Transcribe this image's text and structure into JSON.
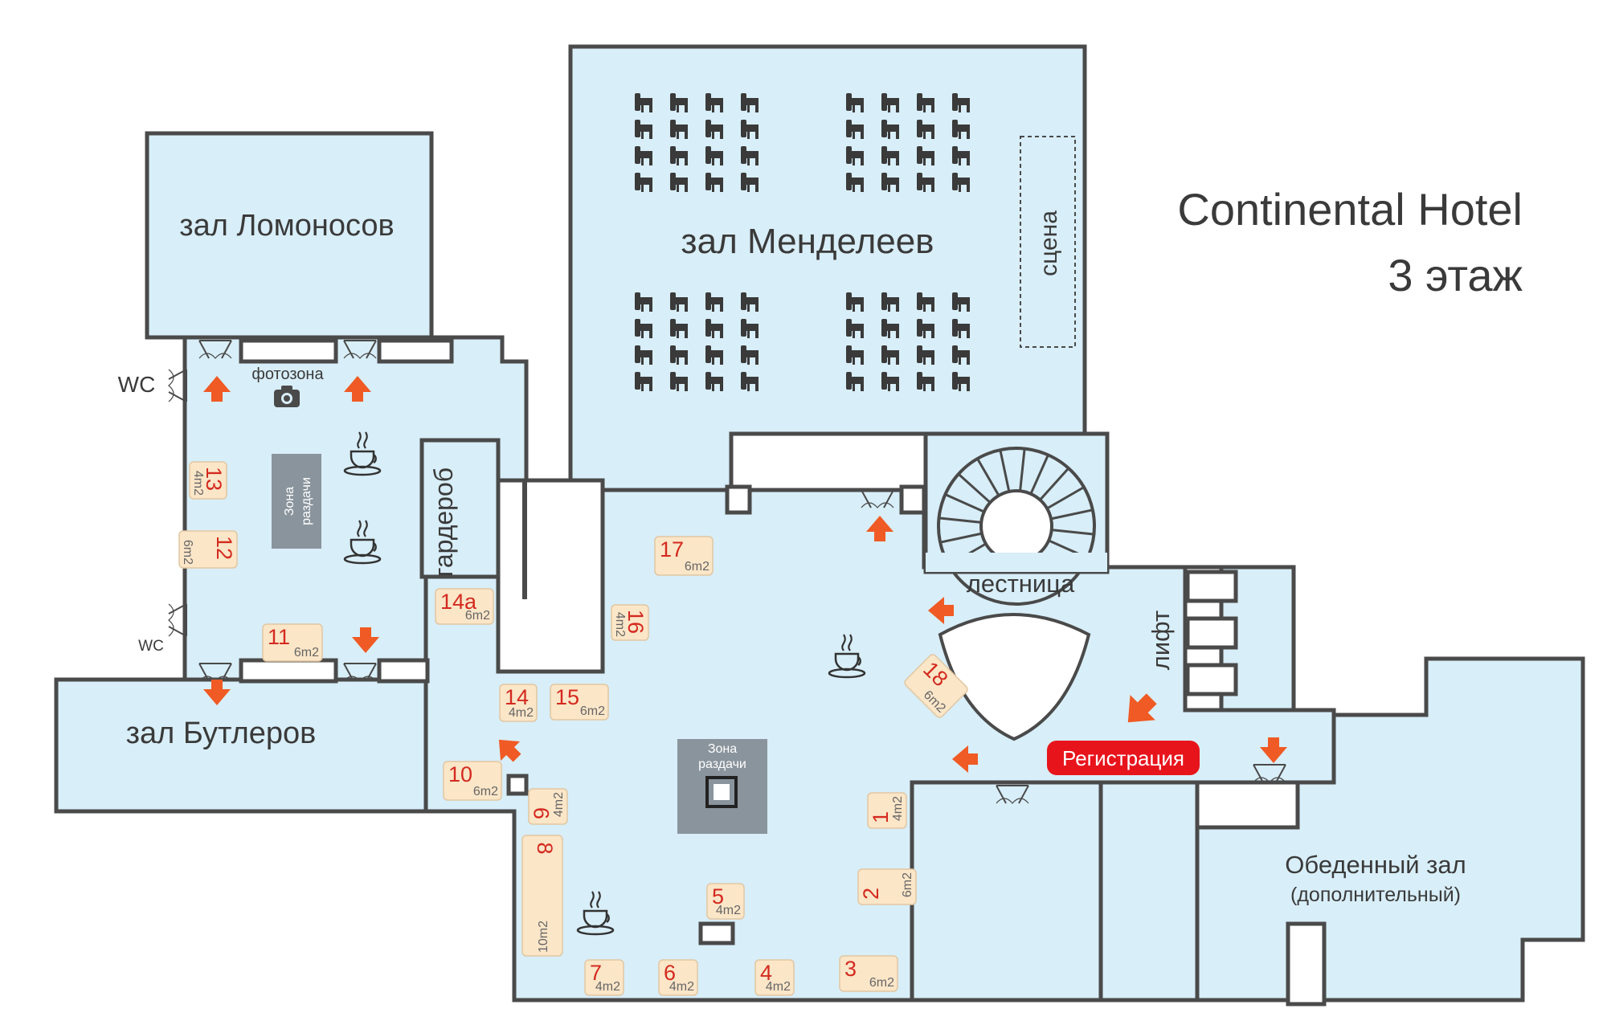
{
  "title": {
    "line1": "Continental Hotel",
    "line2": "3 этаж"
  },
  "rooms": {
    "lomonosov": "зал Ломоносов",
    "mendeleev": "зал Менделеев",
    "butlerov": "зал Бутлеров",
    "dining_line1": "Обеденный зал",
    "dining_line2": "(дополнительный)",
    "stage": "сцена",
    "wardrobe": "гардероб",
    "stairs": "лестница",
    "lift": "лифт",
    "photozone": "фотозона",
    "wc_top": "WC",
    "wc_bottom": "WC",
    "serving_left_line1": "Зона",
    "serving_left_line2": "раздачи",
    "serving_center_line1": "Зона",
    "serving_center_line2": "раздачи",
    "registration": "Регистрация"
  },
  "booths": [
    {
      "id": "1",
      "number": "1",
      "area": "4m2"
    },
    {
      "id": "2",
      "number": "2",
      "area": "6m2"
    },
    {
      "id": "3",
      "number": "3",
      "area": "6m2"
    },
    {
      "id": "4",
      "number": "4",
      "area": "4m2"
    },
    {
      "id": "5",
      "number": "5",
      "area": "4m2"
    },
    {
      "id": "6",
      "number": "6",
      "area": "4m2"
    },
    {
      "id": "7",
      "number": "7",
      "area": "4m2"
    },
    {
      "id": "8",
      "number": "8",
      "area": "10m2"
    },
    {
      "id": "9",
      "number": "9",
      "area": "4m2"
    },
    {
      "id": "10",
      "number": "10",
      "area": "6m2"
    },
    {
      "id": "11",
      "number": "11",
      "area": "6m2"
    },
    {
      "id": "12",
      "number": "12",
      "area": "6m2"
    },
    {
      "id": "13",
      "number": "13",
      "area": "4m2"
    },
    {
      "id": "14",
      "number": "14",
      "area": "4m2"
    },
    {
      "id": "14a",
      "number": "14а",
      "area": "6m2"
    },
    {
      "id": "15",
      "number": "15",
      "area": "6m2"
    },
    {
      "id": "16",
      "number": "16",
      "area": "4m2"
    },
    {
      "id": "17",
      "number": "17",
      "area": "6m2"
    },
    {
      "id": "18",
      "number": "18",
      "area": "6m2"
    }
  ],
  "icons": [
    "chair-icon",
    "coffee-cup-icon",
    "camera-icon",
    "door-icon",
    "arrow-icon"
  ],
  "colors": {
    "floor": "#d8eef8",
    "wall": "#4a4a4a",
    "booth": "#fbe6c8",
    "booth_number": "#d42a1f",
    "arrow": "#f05a24",
    "registration": "#e8141c",
    "serving_zone": "#8a949c"
  }
}
